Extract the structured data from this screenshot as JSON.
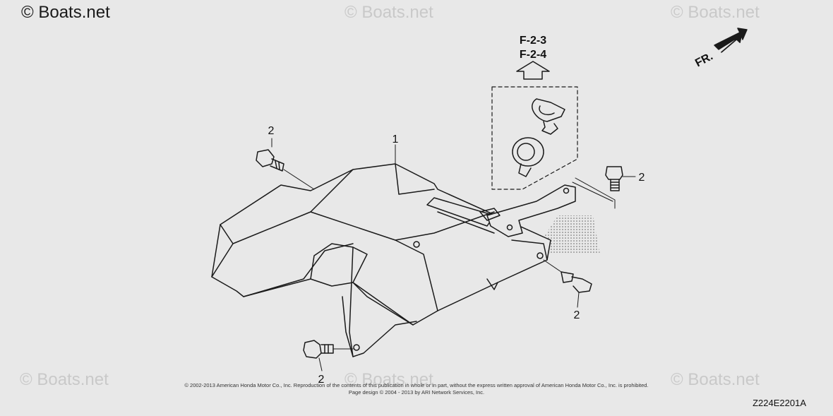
{
  "watermarks": {
    "main": "© Boats.net",
    "faded": "© Boats.net"
  },
  "diagram": {
    "direction_label": "FR.",
    "reference_codes": [
      "F-2-3",
      "F-2-4"
    ],
    "callouts": [
      "1",
      "2",
      "2",
      "2",
      "2"
    ]
  },
  "copyright": {
    "line1": "© 2002-2013 American Honda Motor Co., Inc. Reproduction of the contents of this publication in whole or in part, without the express written approval of American Honda Motor Co., Inc. is prohibited.",
    "line2": "Page design © 2004 - 2013 by ARI Network Services, Inc."
  },
  "figure_code": "Z224E2201A",
  "colors": {
    "background": "#e8e8e8",
    "line": "#1a1a1a",
    "watermark": "#c9c9c9"
  }
}
